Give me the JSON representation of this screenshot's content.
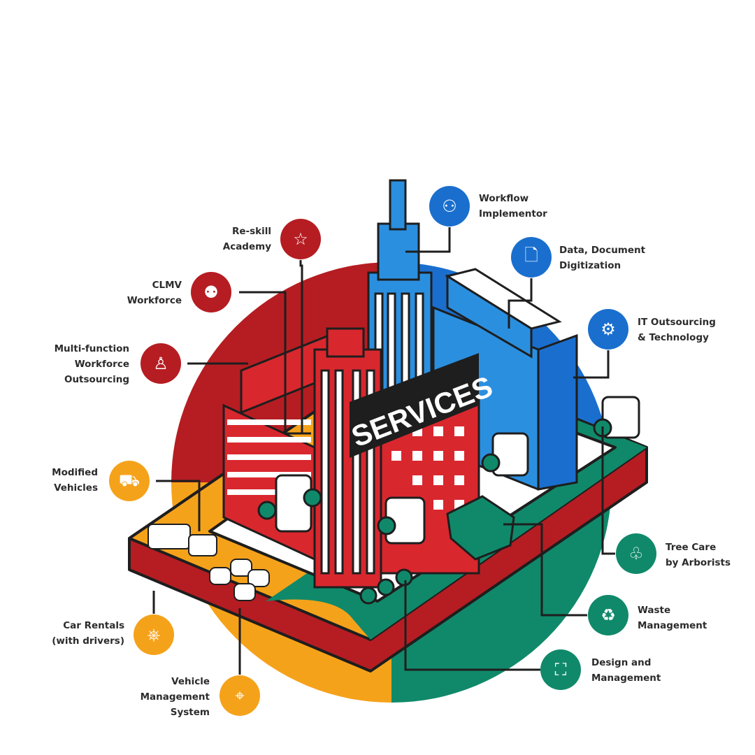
{
  "colors": {
    "red": "#b51d22",
    "blue": "#1a6fce",
    "orange": "#f5a21b",
    "green": "#10896a",
    "dark": "#1e1e1e"
  },
  "banner": "SERVICES",
  "services": [
    {
      "label": "Workflow\nImplementor",
      "icon": "org-chart-icon",
      "group": "blue"
    },
    {
      "label": "Data, Document\nDigitization",
      "icon": "document-icon",
      "group": "blue"
    },
    {
      "label": "IT Outsourcing\n& Technology",
      "icon": "computer-gear-icon",
      "group": "blue"
    },
    {
      "label": "Re-skill\nAcademy",
      "icon": "star-icon",
      "group": "red"
    },
    {
      "label": "CLMV\nWorkforce",
      "icon": "people-group-icon",
      "group": "red"
    },
    {
      "label": "Multi-function\nWorkforce\nOutsourcing",
      "icon": "person-icon",
      "group": "red"
    },
    {
      "label": "Modified\nVehicles",
      "icon": "truck-icon",
      "group": "orange"
    },
    {
      "label": "Car Rentals\n(with drivers)",
      "icon": "steering-wheel-icon",
      "group": "orange"
    },
    {
      "label": "Vehicle\nManagement\nSystem",
      "icon": "location-pin-icon",
      "group": "orange"
    },
    {
      "label": "Tree Care\nby Arborists",
      "icon": "tree-icon",
      "group": "green"
    },
    {
      "label": "Waste\nManagement",
      "icon": "recycle-icon",
      "group": "green"
    },
    {
      "label": "Design and\nManagement",
      "icon": "face-scan-icon",
      "group": "green"
    }
  ]
}
